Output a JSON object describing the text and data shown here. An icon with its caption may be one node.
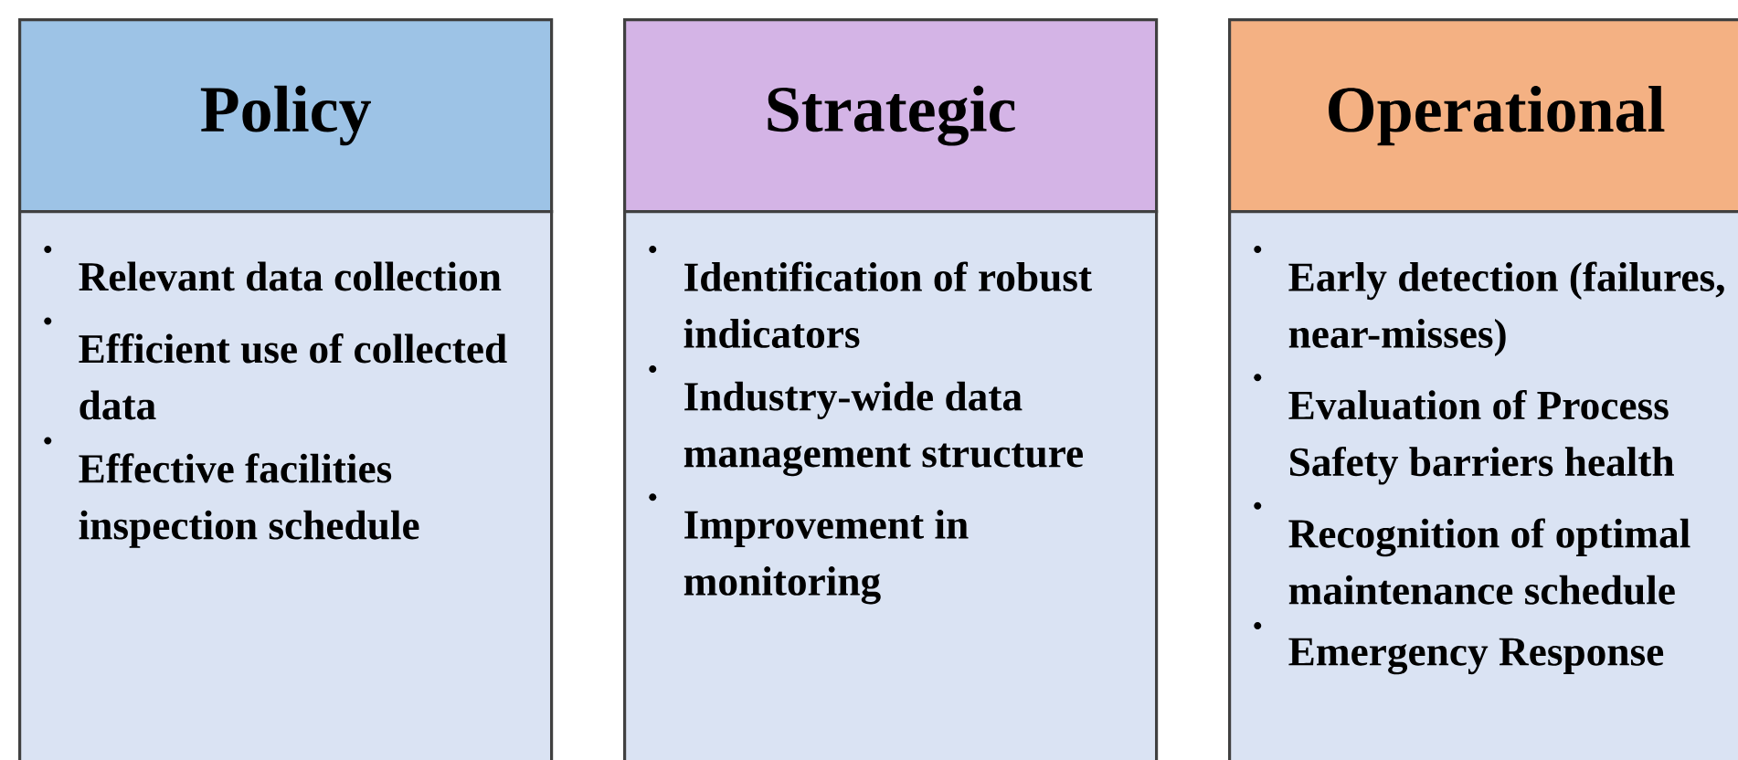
{
  "diagram": {
    "nodes": [
      {
        "text": [
          "Policy"
        ]
      },
      {
        "text": [
          "Relevant data collection",
          "Efficient use of collected data",
          "Effective facilities inspection schedule"
        ]
      },
      {
        "text": [
          "Strategic"
        ]
      },
      {
        "text": [
          "Identification of robust indicators",
          "Industry-wide data management structure",
          "Improvement in monitoring"
        ]
      },
      {
        "text": [
          "Operational"
        ]
      },
      {
        "text": [
          "Early detection (failures, near-misses)",
          "Evaluation of Process Safety barriers health",
          "Recognition of optimal maintenance schedule",
          "Emergency Response"
        ]
      }
    ]
  }
}
